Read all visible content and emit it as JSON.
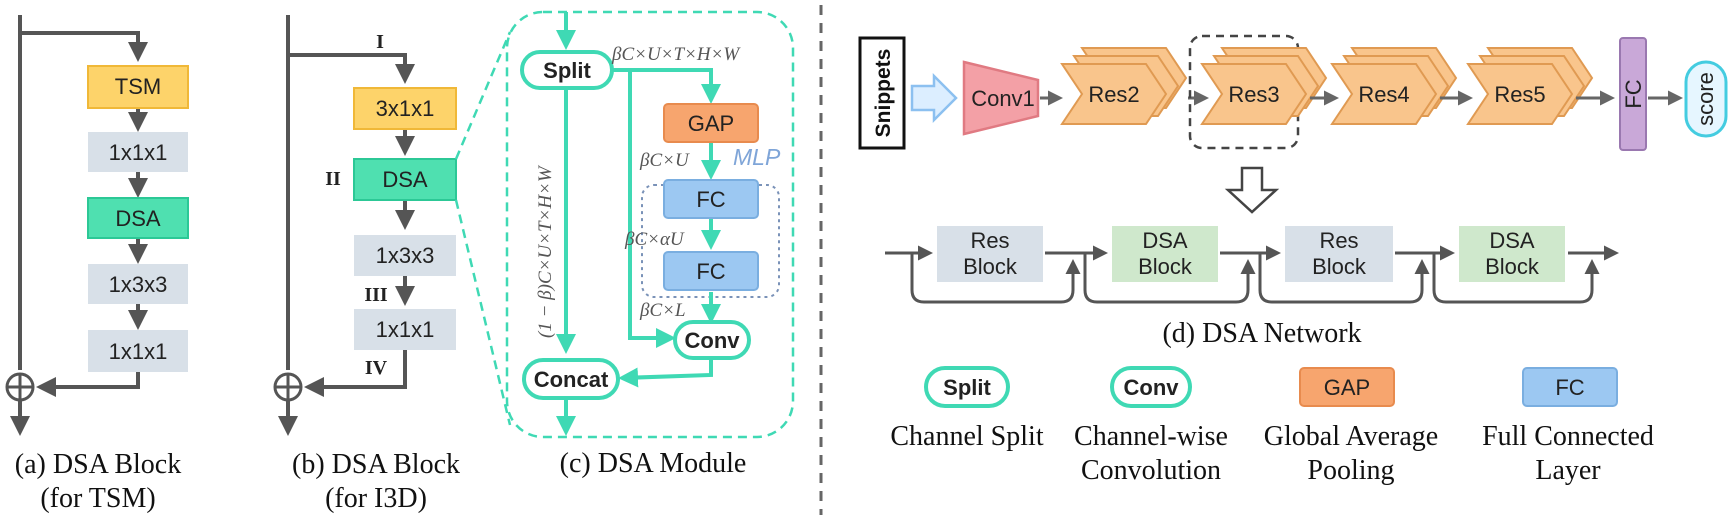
{
  "colors": {
    "arrow_gray": "#555555",
    "teal": "#3fd9b4",
    "tsm_fill": "#fdd36a",
    "dsa_fill": "#4fe0b0",
    "conv_gray": "#d8e0e8",
    "gap_fill": "#f7a56e",
    "fc_fill": "#9cc8f2",
    "res_fill": "#f9c58c",
    "conv1_fill": "#f3a0a6",
    "fc_purple": "#c9a8d8",
    "green_block": "#cfe8cc"
  },
  "panel_a": {
    "blocks": [
      "TSM",
      "1x1x1",
      "DSA",
      "1x3x3",
      "1x1x1"
    ],
    "caption_line1": "(a) DSA Block",
    "caption_line2": "(for TSM)"
  },
  "panel_b": {
    "blocks": [
      "3x1x1",
      "DSA",
      "1x3x3",
      "1x1x1"
    ],
    "markers": [
      "I",
      "II",
      "III",
      "IV"
    ],
    "caption_line1": "(b) DSA Block",
    "caption_line2": "(for I3D)"
  },
  "panel_c": {
    "split": "Split",
    "gap": "GAP",
    "fc1": "FC",
    "fc2": "FC",
    "conv": "Conv",
    "concat": "Concat",
    "mlp": "MLP",
    "dim_top": "βC×U×T×H×W",
    "dim_gap": "βC×U",
    "dim_fc": "βC×αU",
    "dim_conv": "βC×L",
    "dim_left": "(1 − β)C×U×T×H×W",
    "caption": "(c) DSA Module"
  },
  "panel_d": {
    "snippets": "Snippets",
    "conv1": "Conv1",
    "res_stages": [
      "Res2",
      "Res3",
      "Res4",
      "Res5"
    ],
    "fc": "FC",
    "score": "score",
    "chain": [
      {
        "line1": "Res",
        "line2": "Block"
      },
      {
        "line1": "DSA",
        "line2": "Block"
      },
      {
        "line1": "Res",
        "line2": "Block"
      },
      {
        "line1": "DSA",
        "line2": "Block"
      }
    ],
    "caption": "(d) DSA Network"
  },
  "legend": [
    {
      "key": "Split",
      "line1": "Channel Split",
      "line2": ""
    },
    {
      "key": "Conv",
      "line1": "Channel-wise",
      "line2": "Convolution"
    },
    {
      "key": "GAP",
      "line1": "Global Average",
      "line2": "Pooling"
    },
    {
      "key": "FC",
      "line1": "Full Connected",
      "line2": "Layer"
    }
  ]
}
